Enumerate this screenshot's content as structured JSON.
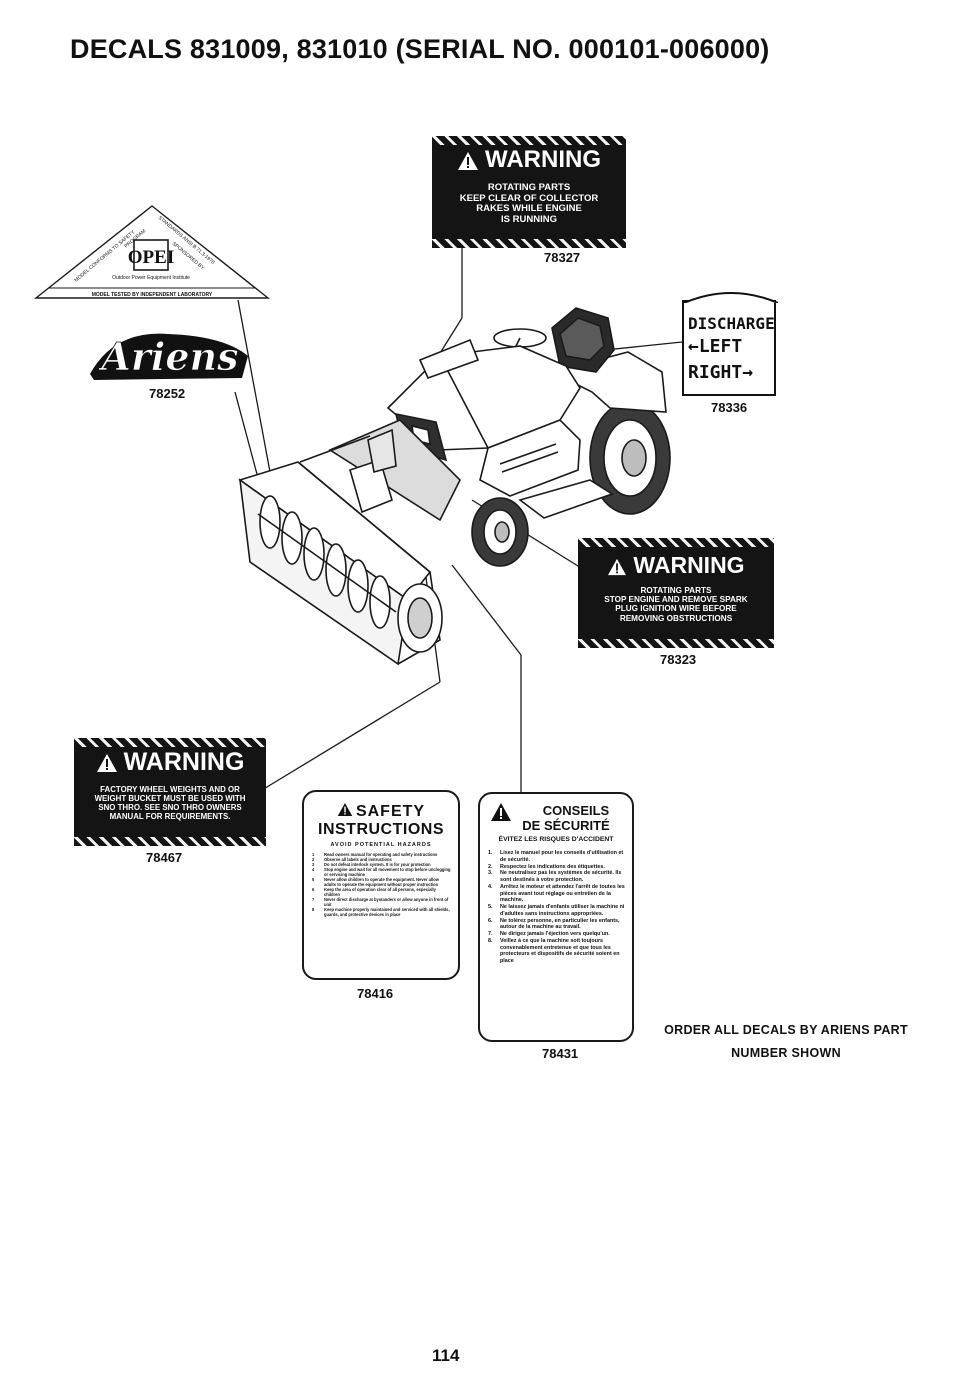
{
  "title": "DECALS 831009, 831010 (SERIAL NO. 000101-006000)",
  "page_number": "114",
  "order_note": [
    "ORDER ALL DECALS BY ARIENS PART",
    "NUMBER SHOWN"
  ],
  "decals": {
    "opei": {
      "part_number": "",
      "logo": "OPEI",
      "arc_left": "MODEL CONFORMS TO SAFETY",
      "arc_program": "PROGRAM",
      "arc_right": "STANDARDS ANSI B 71.3-1978",
      "arc_sponsored": "SPONSORED BY",
      "institute": "Outdoor Power Equipment Institute",
      "bottom": "MODEL TESTED BY INDEPENDENT LABORATORY"
    },
    "ariens": {
      "logo": "Ariens",
      "part_number": "78252"
    },
    "warning_78327": {
      "heading": "WARNING",
      "lines": [
        "ROTATING PARTS",
        "KEEP CLEAR OF COLLECTOR",
        "RAKES WHILE ENGINE",
        "IS RUNNING"
      ],
      "part_number": "78327"
    },
    "discharge_78336": {
      "lines": [
        "DISCHARGE",
        "LEFT",
        "RIGHT"
      ],
      "part_number": "78336"
    },
    "warning_78323": {
      "heading": "WARNING",
      "lines": [
        "ROTATING PARTS",
        "STOP ENGINE AND REMOVE SPARK",
        "PLUG IGNITION WIRE BEFORE",
        "REMOVING OBSTRUCTIONS"
      ],
      "part_number": "78323"
    },
    "warning_78467": {
      "heading": "WARNING",
      "lines": [
        "FACTORY WHEEL WEIGHTS AND OR",
        "WEIGHT BUCKET MUST BE USED WITH",
        "SNO THRO. SEE SNO THRO OWNERS",
        "MANUAL FOR REQUIREMENTS."
      ],
      "part_number": "78467"
    },
    "safety_78416": {
      "heading_1": "SAFETY",
      "heading_2": "INSTRUCTIONS",
      "subheading": "AVOID POTENTIAL HAZARDS",
      "items": [
        {
          "n": "1",
          "text": "Read owners manual for operating and safety instructions"
        },
        {
          "n": "2",
          "text": "Observe all labels and instructions"
        },
        {
          "n": "3",
          "text": "Do not defeat interlock system. It is for your protection"
        },
        {
          "n": "4",
          "text": "Stop engine and wait for all movement to stop before unclogging or servicing machine"
        },
        {
          "n": "5",
          "text": "Never allow children to operate the equipment. Never allow adults to operate the equipment without proper instruction"
        },
        {
          "n": "6",
          "text": "Keep the area of operation clear of all persons, especially children"
        },
        {
          "n": "7",
          "text": "Never direct discharge at bystanders or allow anyone in front of unit"
        },
        {
          "n": "8",
          "text": "Keep machine properly maintained and serviced with all shields, guards, and protective devices in place"
        }
      ],
      "part_number": "78416"
    },
    "conseils_78431": {
      "heading_1": "CONSEILS",
      "heading_2": "DE SÉCURITÉ",
      "subheading": "ÉVITEZ LES RISQUES D'ACCIDENT",
      "items": [
        {
          "n": "1.",
          "text": "Lisez le manuel pour les conseils d'utilisation et de sécurité."
        },
        {
          "n": "2.",
          "text": "Respectez les indications des étiquettes."
        },
        {
          "n": "3.",
          "text": "Ne neutralisez pas les systèmes de sécurité. Ils sont destinés à votre protection."
        },
        {
          "n": "4.",
          "text": "Arrêtez le moteur et attendez l'arrêt de toutes les pièces avant tout réglage ou entretien de la machine."
        },
        {
          "n": "5.",
          "text": "Ne laissez jamais d'enfants utiliser la machine ni d'adultes sans instructions appropriées."
        },
        {
          "n": "6.",
          "text": "Ne tolérez personne, en particulier les enfants, autour de la machine au travail."
        },
        {
          "n": "7.",
          "text": "Ne dirigez jamais l'éjection vers quelqu'un."
        },
        {
          "n": "8.",
          "text": "Veillez à ce que la machine soit toujours convenablement entretenue et que tous les protecteurs et dispositifs de sécurité soient en place"
        }
      ],
      "part_number": "78431"
    }
  }
}
